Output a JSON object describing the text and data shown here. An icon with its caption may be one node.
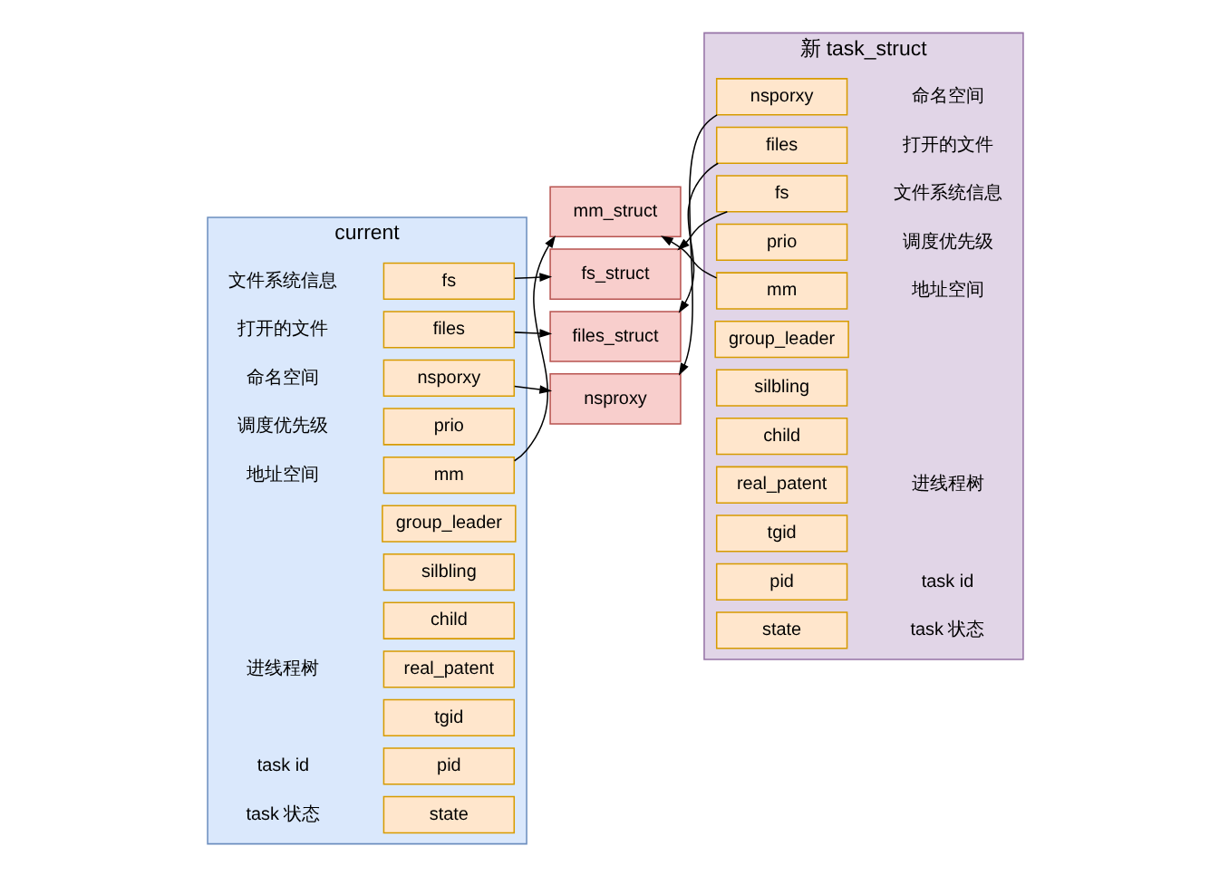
{
  "diagram": {
    "nodes": [
      {
        "text": [
          "current"
        ]
      },
      {
        "text": [
          "state"
        ],
        "in": 0
      },
      {
        "text": [
          "pid"
        ],
        "in": 0
      },
      {
        "text": [
          "tgid"
        ],
        "in": 0
      },
      {
        "text": [
          "real_patent"
        ],
        "in": 0
      },
      {
        "text": [
          "child"
        ],
        "in": 0
      },
      {
        "text": [
          "silbling"
        ],
        "in": 0
      },
      {
        "text": [
          "group_leader"
        ],
        "in": 0
      },
      {
        "text": [
          "mm"
        ],
        "in": 0
      },
      {
        "text": [
          "prio"
        ],
        "in": 0
      },
      {
        "text": [
          "fs"
        ],
        "in": 0
      },
      {
        "text": [
          "files"
        ],
        "in": 0
      },
      {
        "text": [
          "nsporxy"
        ],
        "in": 0
      },
      {
        "text": [
          "mm_struct"
        ]
      },
      {
        "text": [
          "fs_struct"
        ]
      },
      {
        "text": [
          "files_struct"
        ]
      },
      {
        "text": [
          "nsproxy"
        ]
      },
      {
        "text": [
          "新 task_struct"
        ]
      },
      {
        "text": [
          "state"
        ],
        "in": 17
      },
      {
        "text": [
          "pid"
        ],
        "in": 17
      },
      {
        "text": [
          "tgid"
        ],
        "in": 17
      },
      {
        "text": [
          "real_patent"
        ],
        "in": 17
      },
      {
        "text": [
          "child"
        ],
        "in": 17
      },
      {
        "text": [
          "silbling"
        ],
        "in": 17
      },
      {
        "text": [
          "group_leader"
        ],
        "in": 17
      },
      {
        "text": [
          "mm"
        ],
        "in": 17
      },
      {
        "text": [
          "prio"
        ],
        "in": 17
      },
      {
        "text": [
          "fs"
        ],
        "in": 17
      },
      {
        "text": [
          "files"
        ],
        "in": 17
      },
      {
        "text": [
          "nsporxy"
        ],
        "in": 17
      }
    ],
    "edges": [
      {
        "from": 8,
        "to": 13,
        "arrow": "to"
      },
      {
        "from": 10,
        "to": 14,
        "arrow": "to"
      },
      {
        "from": 11,
        "to": 15,
        "arrow": "to"
      },
      {
        "from": 12,
        "to": 16,
        "arrow": "to"
      },
      {
        "from": 25,
        "to": 13,
        "arrow": "to"
      },
      {
        "from": 27,
        "to": 14,
        "arrow": "to"
      },
      {
        "from": 28,
        "to": 15,
        "arrow": "to"
      },
      {
        "from": 29,
        "to": 16,
        "arrow": "to"
      }
    ],
    "labels": [
      "task 状态",
      "task id",
      "进线程树",
      "地址空间",
      "调度优先级",
      "文件系统信息",
      "打开的文件",
      "命名空间",
      "task 状态",
      "task id",
      "进线程树",
      "地址空间",
      "调度优先级",
      "文件系统信息",
      "打开的文件",
      "命名空间"
    ]
  }
}
